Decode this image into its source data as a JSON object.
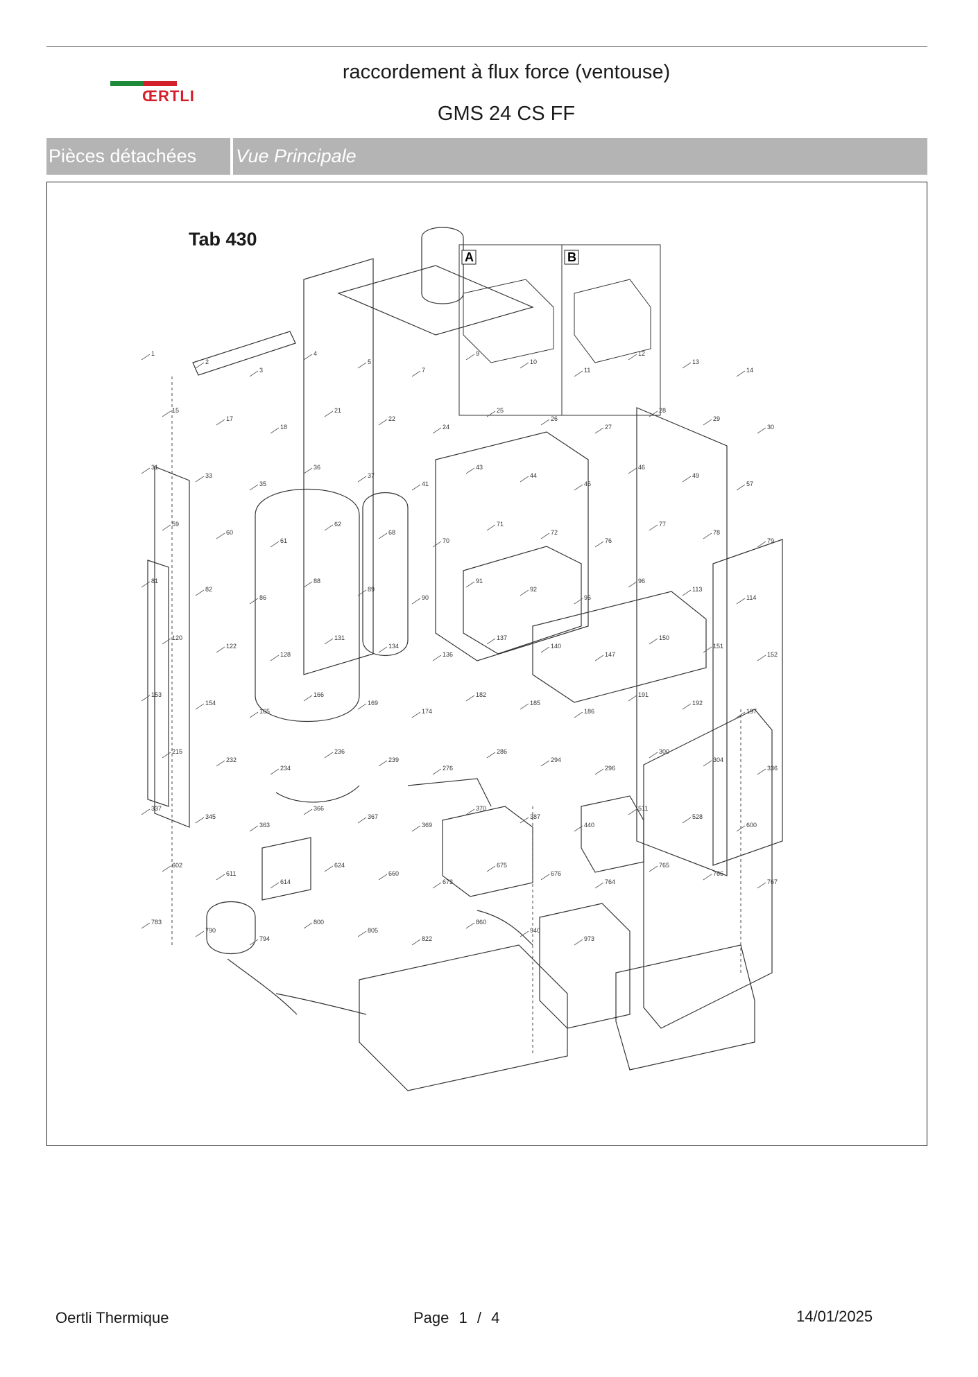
{
  "header": {
    "brand": "ŒRTLI",
    "title": "raccordement à flux force (ventouse)",
    "model": "GMS 24 CS FF"
  },
  "tabs": {
    "section": "Pièces détachées",
    "view": "Vue Principale"
  },
  "diagram": {
    "tab_number": "Tab 430",
    "inset_labels": [
      "A",
      "B"
    ],
    "callouts": [
      "1",
      "2",
      "3",
      "4",
      "5",
      "7",
      "9",
      "10",
      "11",
      "12",
      "13",
      "14",
      "15",
      "17",
      "18",
      "21",
      "22",
      "24",
      "25",
      "26",
      "27",
      "28",
      "29",
      "30",
      "31",
      "33",
      "35",
      "36",
      "37",
      "41",
      "43",
      "44",
      "45",
      "46",
      "49",
      "57",
      "59",
      "60",
      "61",
      "62",
      "68",
      "70",
      "71",
      "72",
      "76",
      "77",
      "78",
      "79",
      "81",
      "82",
      "86",
      "88",
      "89",
      "90",
      "91",
      "92",
      "95",
      "96",
      "113",
      "114",
      "120",
      "122",
      "128",
      "131",
      "134",
      "136",
      "137",
      "140",
      "147",
      "150",
      "151",
      "152",
      "153",
      "154",
      "165",
      "166",
      "169",
      "174",
      "182",
      "185",
      "186",
      "191",
      "192",
      "197",
      "215",
      "232",
      "234",
      "236",
      "239",
      "276",
      "286",
      "294",
      "296",
      "300",
      "304",
      "336",
      "337",
      "345",
      "363",
      "366",
      "367",
      "369",
      "370",
      "387",
      "440",
      "511",
      "528",
      "600",
      "602",
      "611",
      "614",
      "624",
      "660",
      "673",
      "675",
      "676",
      "764",
      "765",
      "766",
      "767",
      "783",
      "790",
      "794",
      "800",
      "805",
      "822",
      "860",
      "940",
      "973"
    ]
  },
  "footer": {
    "company": "Oertli Thermique",
    "page_label": "Page",
    "page_current": "1",
    "page_sep": "/",
    "page_total": "4",
    "date": "14/01/2025"
  }
}
